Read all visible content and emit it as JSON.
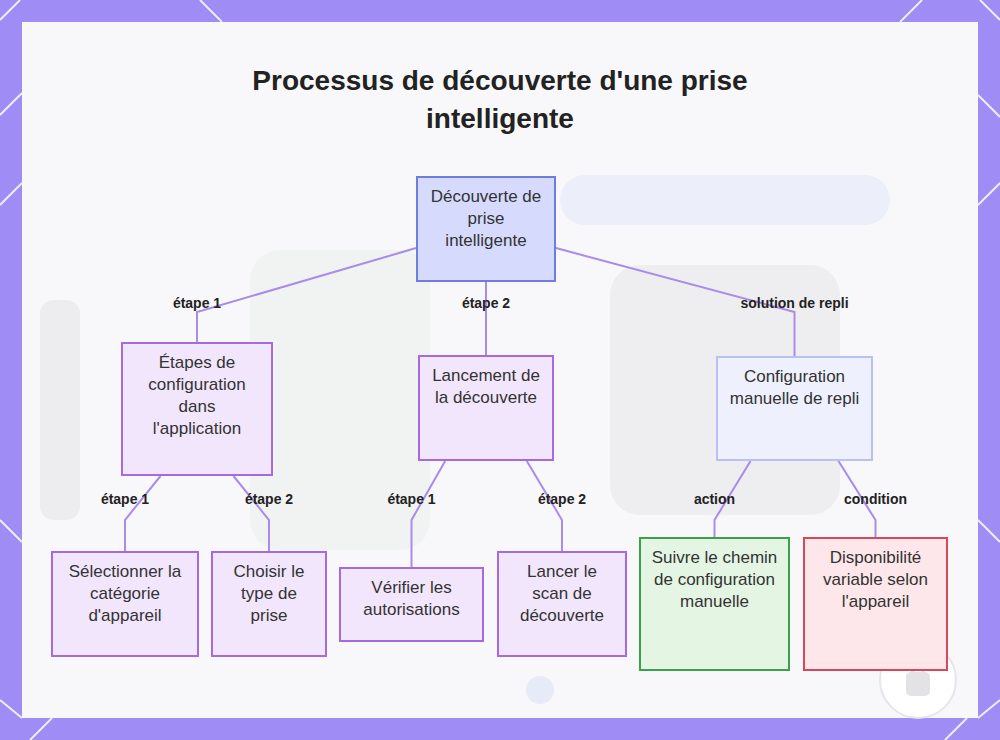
{
  "diagram": {
    "title": "Processus de découverte d'une prise intelligente",
    "nodes": [
      {
        "text": [
          "Découverte de prise intelligente"
        ]
      },
      {
        "text": [
          "Étapes de configuration dans l'application"
        ]
      },
      {
        "text": [
          "Lancement de la découverte"
        ]
      },
      {
        "text": [
          "Configuration manuelle de repli"
        ]
      },
      {
        "text": [
          "Sélectionner la catégorie d'appareil"
        ]
      },
      {
        "text": [
          "Choisir le type de prise"
        ]
      },
      {
        "text": [
          "Vérifier les autorisations"
        ]
      },
      {
        "text": [
          "Lancer le scan de découverte"
        ]
      },
      {
        "text": [
          "Suivre le chemin de configuration manuelle"
        ]
      },
      {
        "text": [
          "Disponibilité variable selon l'appareil"
        ]
      }
    ],
    "edges": [
      {
        "from": 0,
        "to": 1,
        "label": "étape 1",
        "arrow": "none"
      },
      {
        "from": 0,
        "to": 2,
        "label": "étape 2",
        "arrow": "none"
      },
      {
        "from": 0,
        "to": 3,
        "label": "solution de repli",
        "arrow": "none"
      },
      {
        "from": 1,
        "to": 4,
        "label": "étape 1",
        "arrow": "none"
      },
      {
        "from": 1,
        "to": 5,
        "label": "étape 2",
        "arrow": "none"
      },
      {
        "from": 2,
        "to": 6,
        "label": "étape 1",
        "arrow": "none"
      },
      {
        "from": 2,
        "to": 7,
        "label": "étape 2",
        "arrow": "none"
      },
      {
        "from": 3,
        "to": 8,
        "label": "action",
        "arrow": "none"
      },
      {
        "from": 3,
        "to": 9,
        "label": "condition",
        "arrow": "none"
      }
    ]
  }
}
